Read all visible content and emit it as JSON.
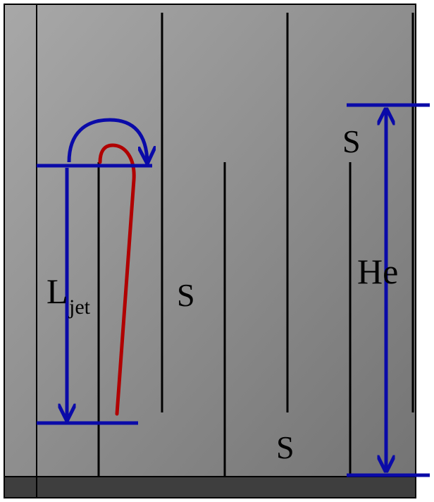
{
  "labels": {
    "s_top_right": "S",
    "s_middle": "S",
    "s_bottom": "S",
    "he": "He",
    "l_main": "L",
    "l_sub": "jet"
  },
  "colors": {
    "background_light": "#a8a8a8",
    "background_dark": "#747474",
    "floor": "#3e3e3e",
    "dimension_lines": "#0a0aa8",
    "jet_path": "#b00000",
    "baffles": "#000000"
  }
}
